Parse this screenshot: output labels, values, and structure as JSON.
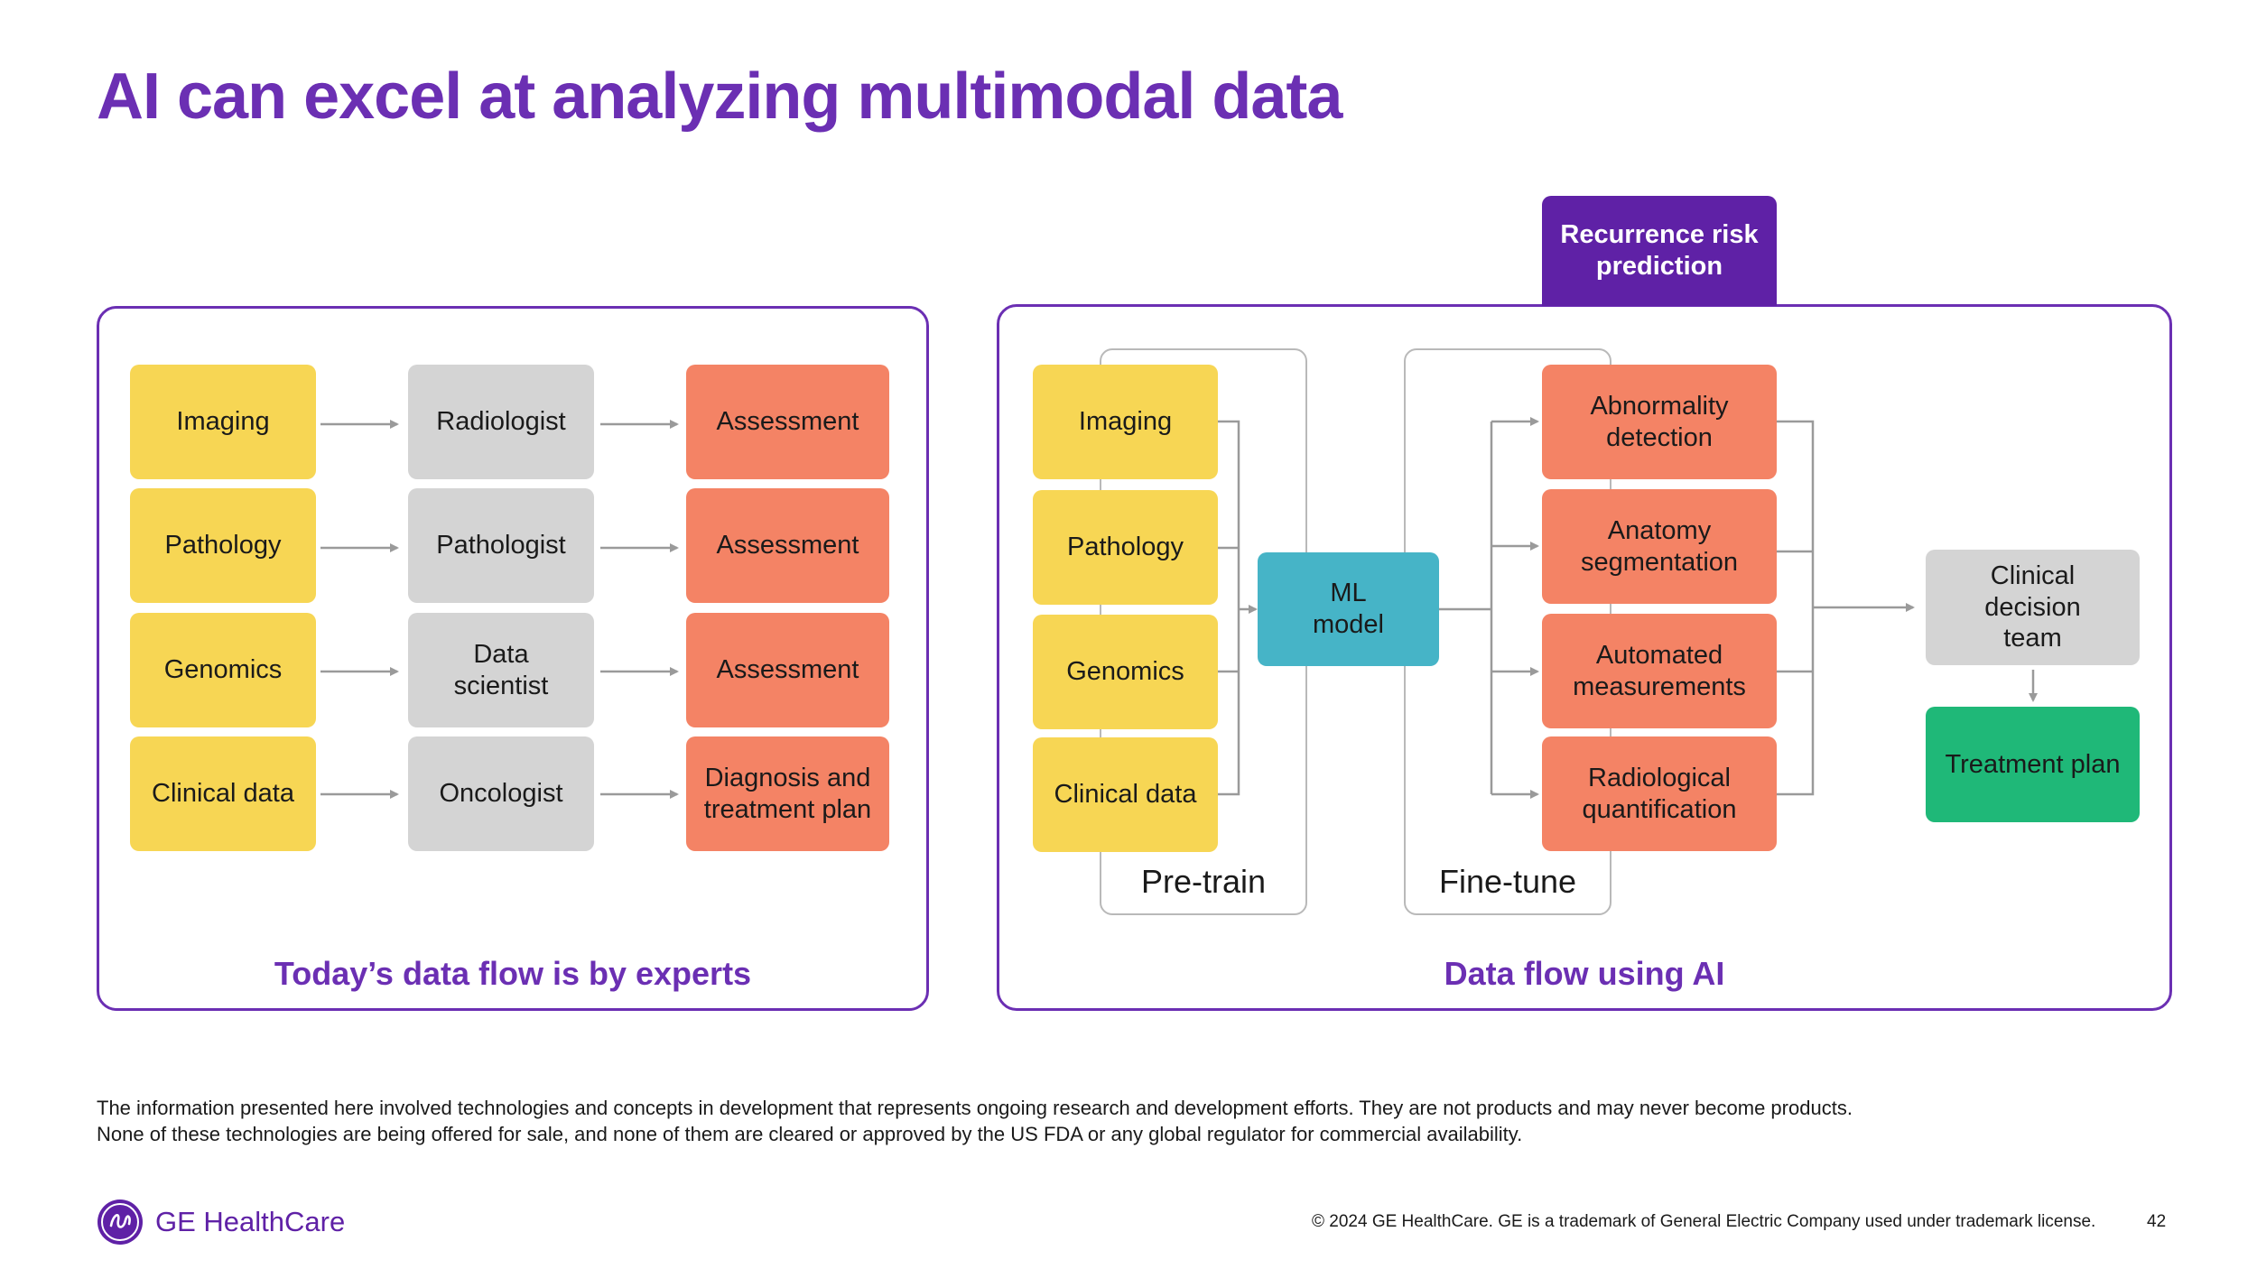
{
  "title": "AI can excel at analyzing multimodal data",
  "left_panel": {
    "caption": "Today’s data flow is by experts",
    "inputs": [
      "Imaging",
      "Pathology",
      "Genomics",
      "Clinical data"
    ],
    "experts": [
      "Radiologist",
      "Pathologist",
      "Data scientist",
      "Oncologist"
    ],
    "outputs": [
      "Assessment",
      "Assessment",
      "Assessment",
      "Diagnosis and treatment plan"
    ]
  },
  "right_panel": {
    "caption": "Data flow using AI",
    "top_label": "Recurrence risk prediction",
    "inputs": [
      "Imaging",
      "Pathology",
      "Genomics",
      "Clinical data"
    ],
    "model": "ML model",
    "pretrain_label": "Pre-train",
    "finetune_label": "Fine-tune",
    "tasks": [
      "Abnormality detection",
      "Anatomy segmentation",
      "Automated measurements",
      "Radiological quantification"
    ],
    "team": "Clinical decision team",
    "plan": "Treatment plan"
  },
  "disclaimer": [
    "The information presented here involved technologies and concepts in development that represents ongoing research and development efforts. They are not products and may never become products.",
    "None of these technologies are being offered for sale, and none of them are cleared or approved by the US FDA or any global regulator for commercial availability."
  ],
  "footer": {
    "brand": "GE HealthCare",
    "copyright": "© 2024 GE HealthCare. GE is a trademark of General Electric Company used under trademark license.",
    "page_number": "42"
  },
  "colors": {
    "accent": "#6b2fb3",
    "input": "#f7d654",
    "expert": "#d4d4d4",
    "output": "#f48365",
    "model": "#46b4c7",
    "plan": "#1fb878",
    "header_box": "#5f21a6"
  }
}
